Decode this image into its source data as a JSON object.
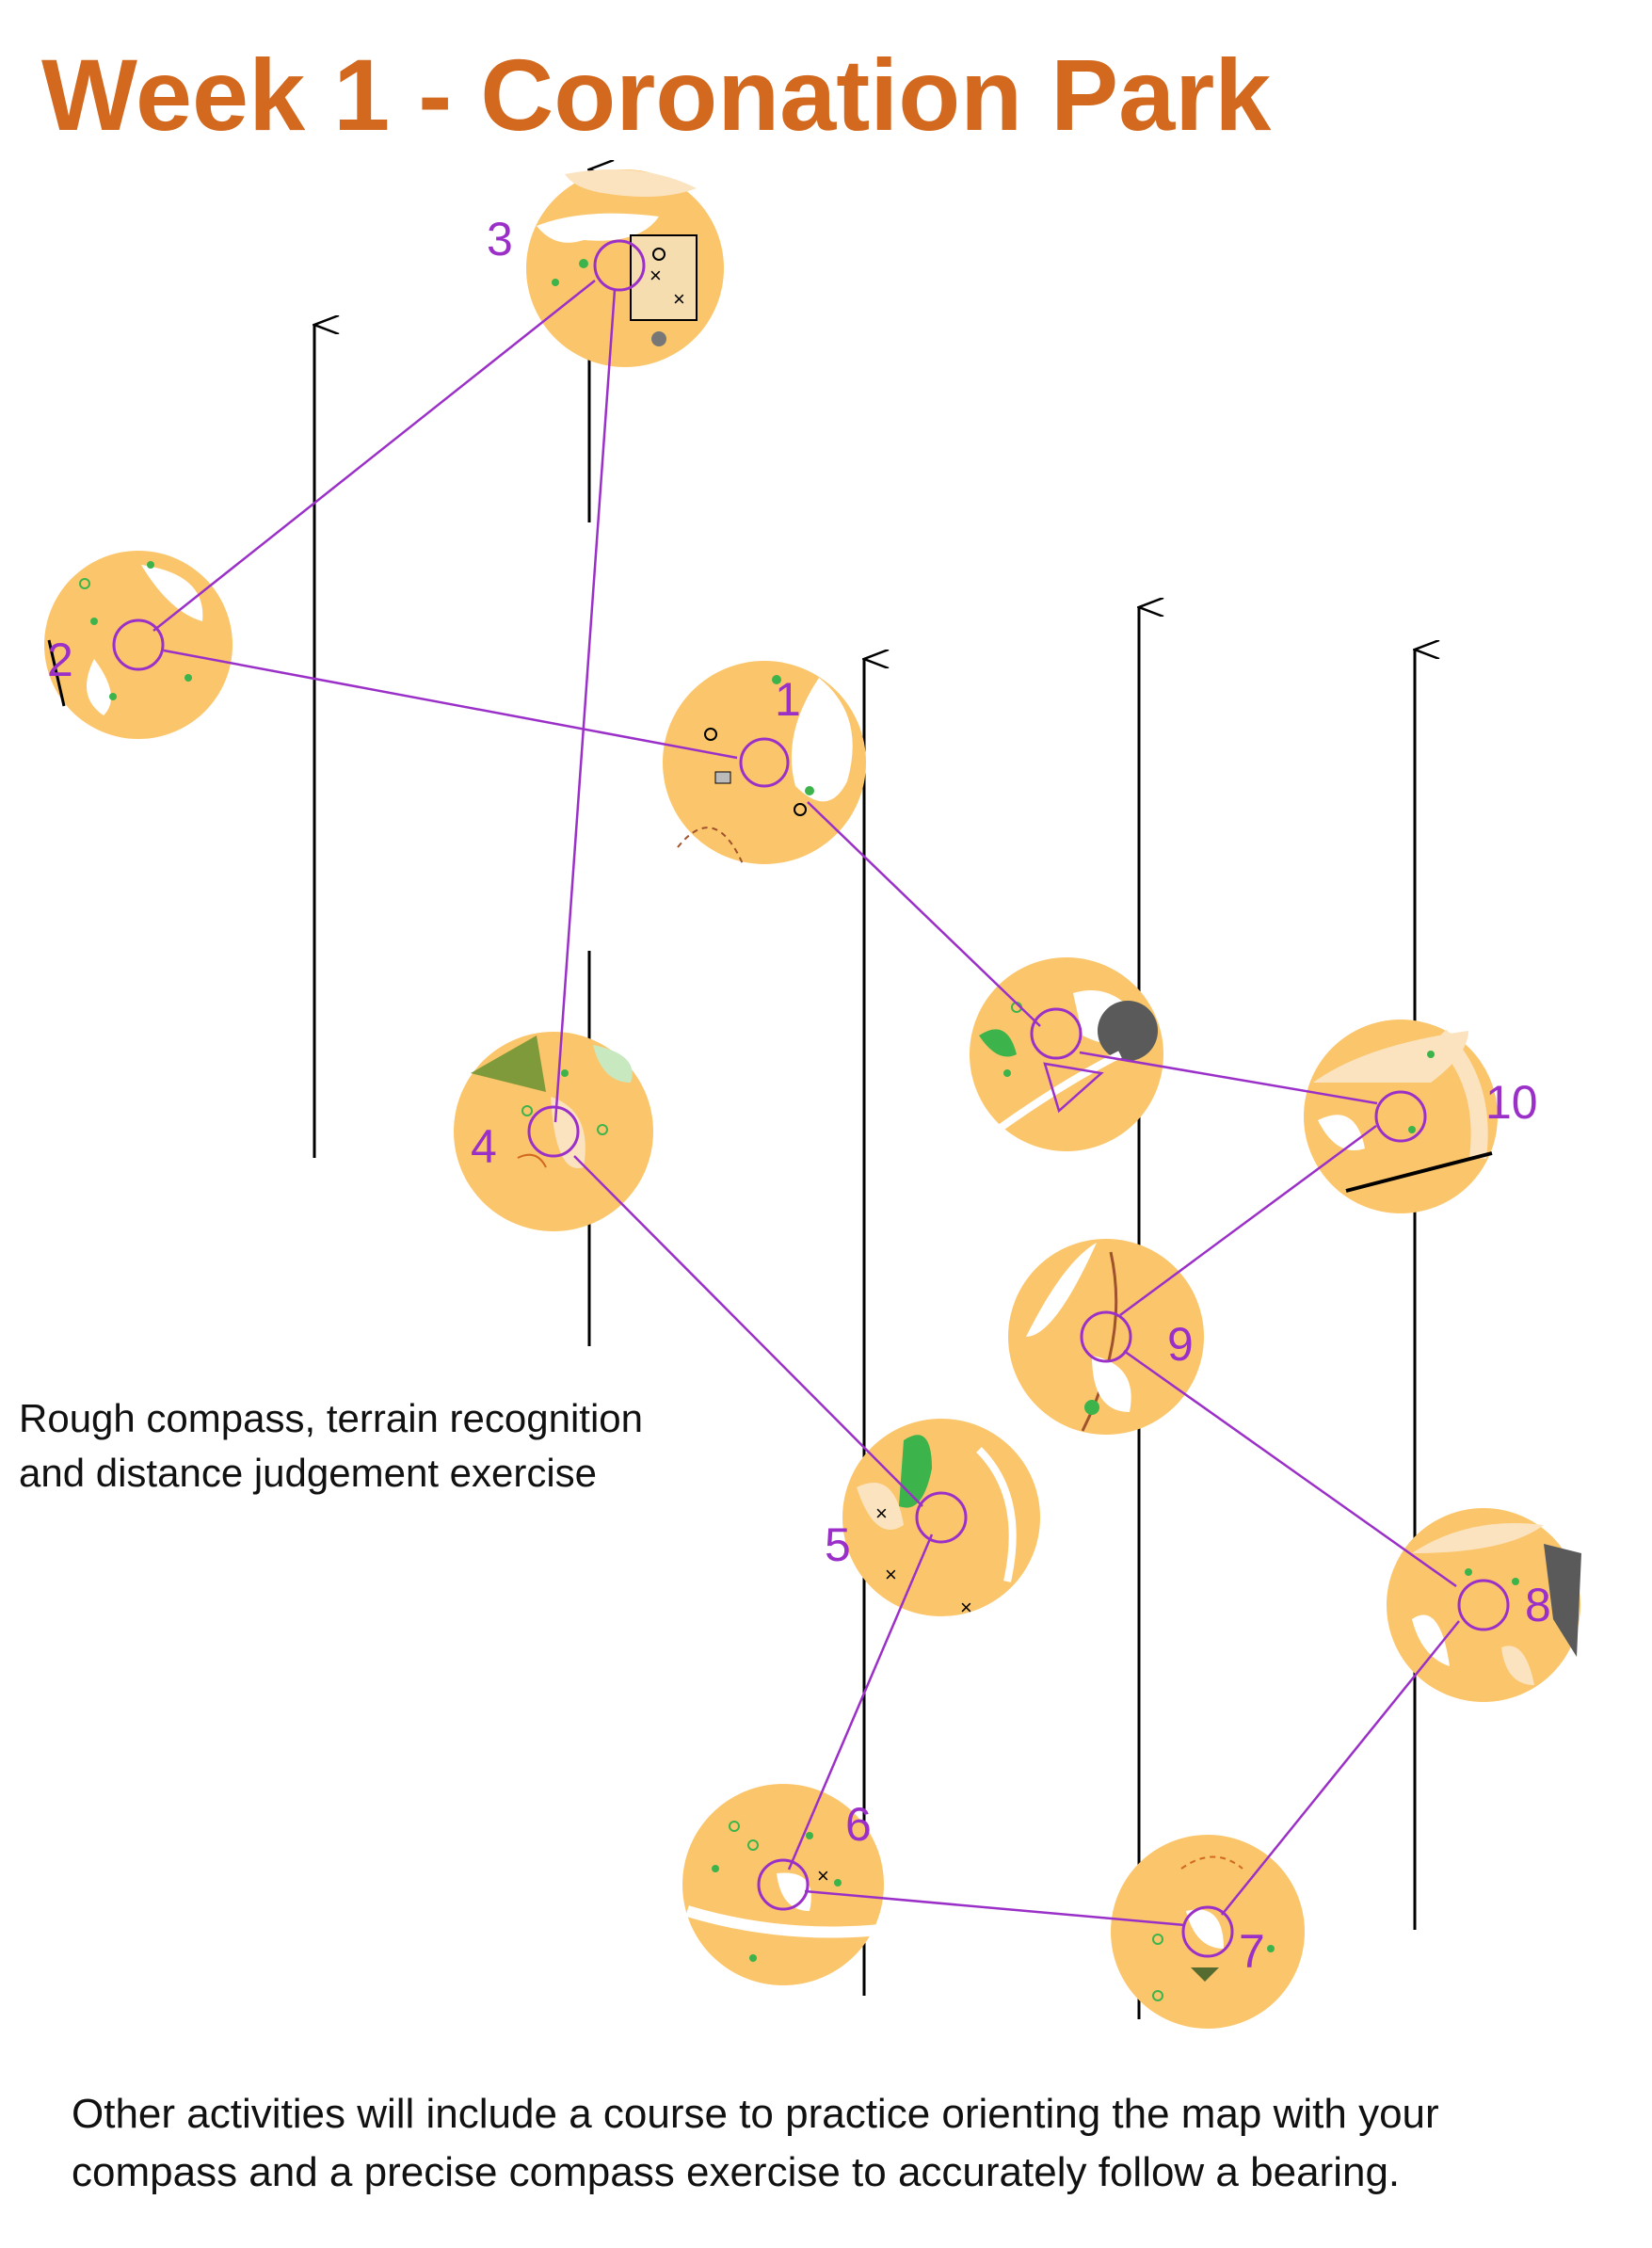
{
  "title": "Week 1 - Coronation Park",
  "exercise_text": {
    "line1": "Rough compass, terrain recognition",
    "line2": "and distance judgement exercise"
  },
  "footer_text": {
    "line1": "Other activities will include a course to practice orienting the map with your",
    "line2": "compass and a precise compass exercise to accurately follow a bearing."
  },
  "colors": {
    "title": "#d2691e",
    "course": "#9b30c8",
    "open_land": "#fbc66b",
    "rough_open": "#fbe3c0",
    "forest": "#ffffff",
    "vegetation_green": "#3cb44b",
    "dark_feature": "#5a5a5a",
    "north_lines": "#000000"
  },
  "map": {
    "start_label": "",
    "controls": [
      {
        "label": "1"
      },
      {
        "label": "2"
      },
      {
        "label": "3"
      },
      {
        "label": "4"
      },
      {
        "label": "5"
      },
      {
        "label": "6"
      },
      {
        "label": "7"
      },
      {
        "label": "8"
      },
      {
        "label": "9"
      },
      {
        "label": "10"
      }
    ]
  }
}
